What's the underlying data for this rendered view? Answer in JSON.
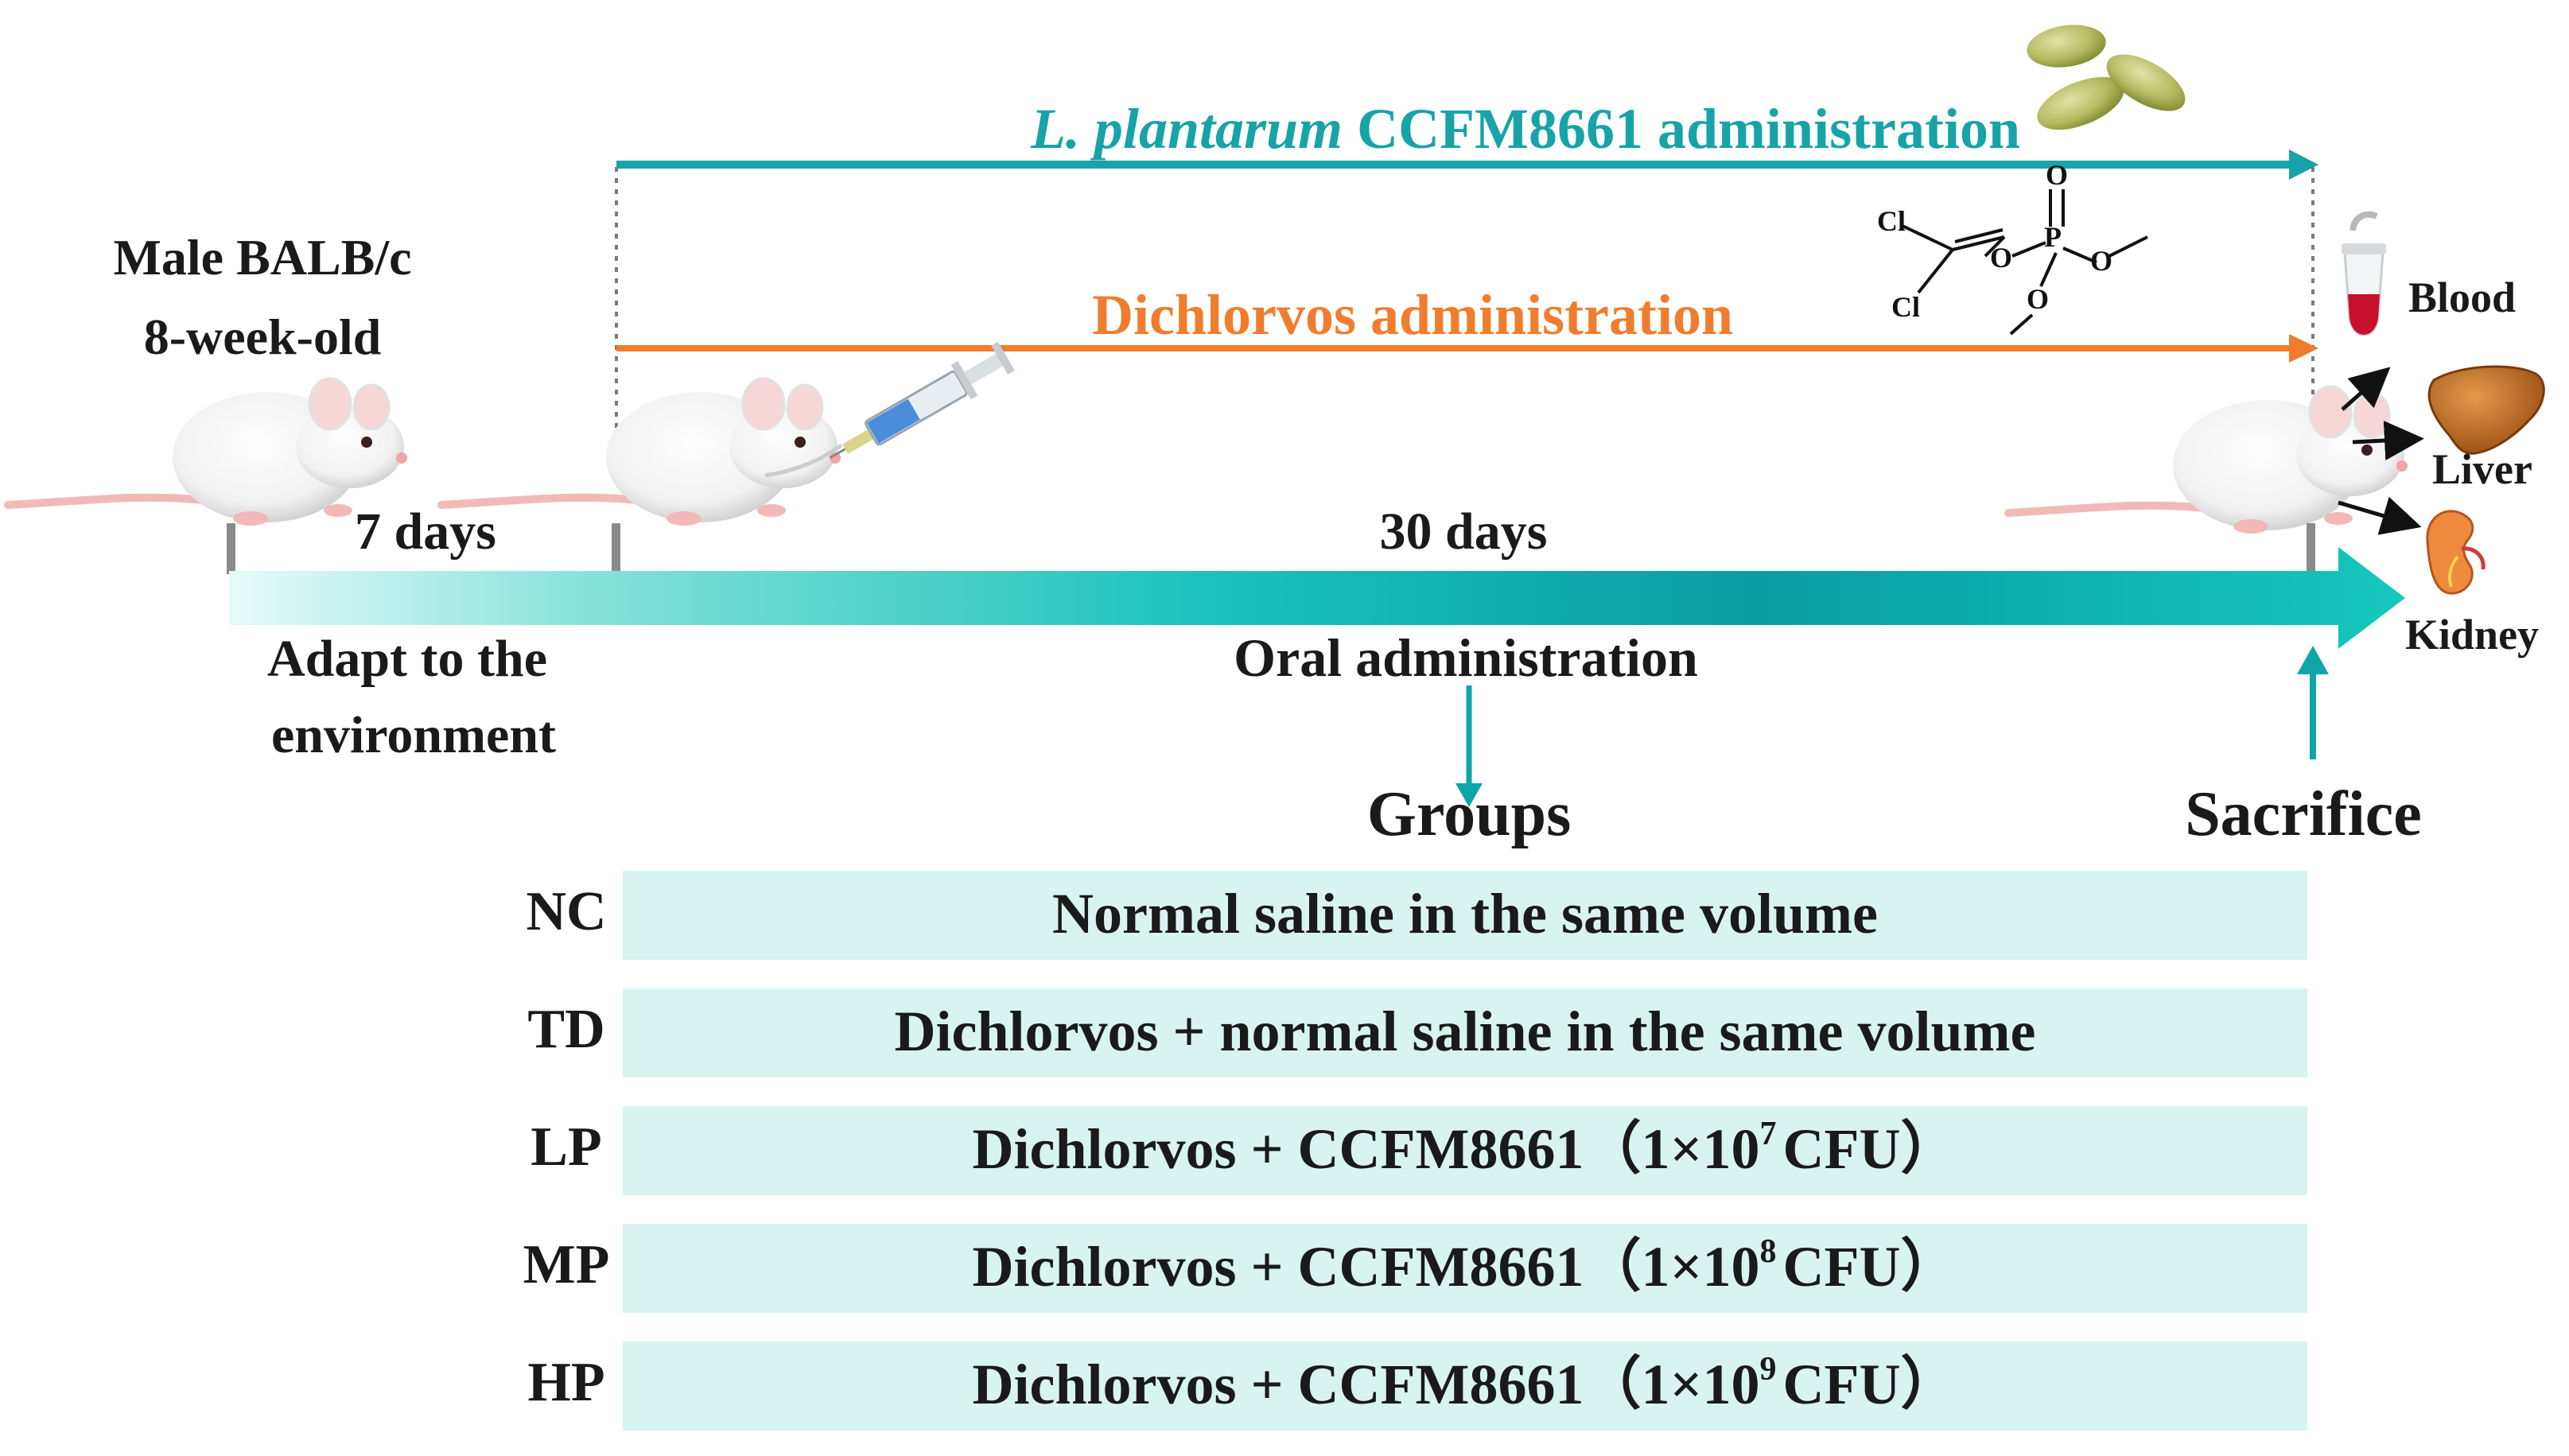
{
  "subject": {
    "line1": "Male BALB/c",
    "line2": "8-week-old"
  },
  "lp_arrow": {
    "italic": "L. plantarum",
    "rest": " CCFM8661 administration",
    "color": "#17a3a8"
  },
  "ddvp_arrow": {
    "label": "Dichlorvos administration",
    "color": "#f07d2e"
  },
  "molecule": {
    "atom_cl_top": "Cl",
    "atom_cl_bottom": "Cl",
    "atom_o_ester": "O",
    "atom_p": "P",
    "atom_o_double": "O",
    "atom_o_right": "O",
    "atom_o_down": "O"
  },
  "timeline": {
    "period1": "7 days",
    "period2": "30 days",
    "phase1_line1": "Adapt to the",
    "phase1_line2": "environment",
    "phase2": "Oral administration",
    "groups_label": "Groups",
    "sacrifice_label": "Sacrifice",
    "accent": "#0fa5a8"
  },
  "organs": {
    "blood": "Blood",
    "liver": "Liver",
    "kidney": "Kidney"
  },
  "groups": [
    {
      "code": "NC",
      "desc": "Normal saline in the same volume",
      "exp": ""
    },
    {
      "code": "TD",
      "desc": "Dichlorvos + normal saline in the same volume",
      "exp": ""
    },
    {
      "code": "LP",
      "desc": "Dichlorvos + CCFM8661（1×10",
      "exp": "7",
      "tail": "CFU）"
    },
    {
      "code": "MP",
      "desc": "Dichlorvos + CCFM8661（1×10",
      "exp": "8",
      "tail": "CFU）"
    },
    {
      "code": "HP",
      "desc": "Dichlorvos + CCFM8661（1×10",
      "exp": "9",
      "tail": "CFU）"
    }
  ],
  "colors": {
    "group_box": "#d8f4f1",
    "text": "#1a1a1a"
  }
}
